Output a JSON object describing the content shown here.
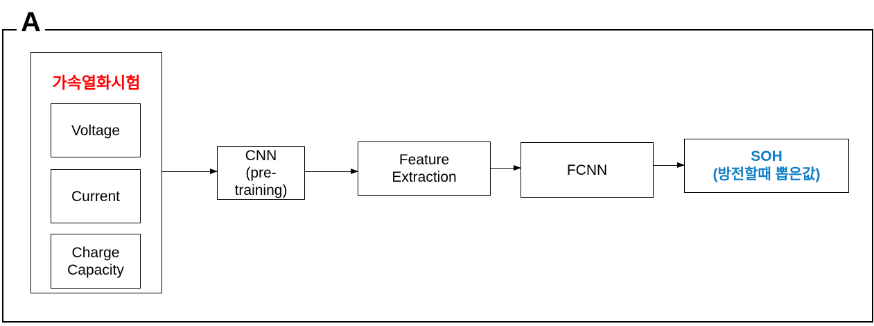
{
  "panel": {
    "label": "A"
  },
  "colors": {
    "background": "#FFFFFF",
    "line": "#000000",
    "group_title_red": "#FF0000",
    "soh_blue": "#0E7DC5"
  },
  "input_group": {
    "title": "가속열화시험",
    "items": [
      {
        "label": "Voltage"
      },
      {
        "label": "Current"
      },
      {
        "label": "Charge Capacity"
      }
    ]
  },
  "nodes": {
    "cnn": {
      "line1": "CNN",
      "line2": "(pre-",
      "line3": "training)"
    },
    "feature_extraction": {
      "line1": "Feature",
      "line2": "Extraction"
    },
    "fcnn": {
      "label": "FCNN"
    },
    "soh": {
      "line1": "SOH",
      "line2": "(방전할때 뽑은값)"
    }
  }
}
